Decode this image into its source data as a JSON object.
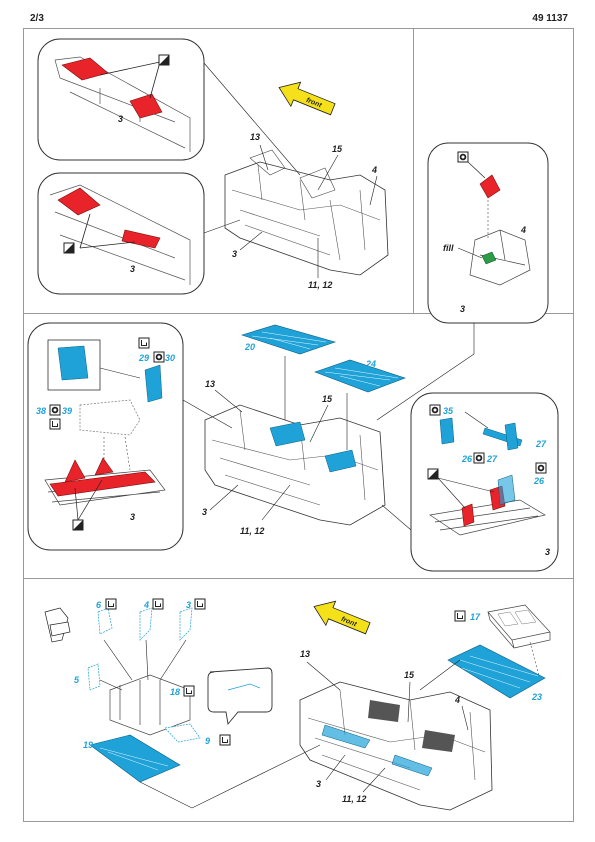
{
  "header": {
    "page_number": "2/3",
    "product_code": "49 1137"
  },
  "colors": {
    "pe_part": "#1fa2d8",
    "remove": "#e8232a",
    "arrow": "#f5e11a",
    "paint_green": "#2e9b4a"
  },
  "icons": {
    "bend": "bend-icon",
    "paint": "paint-icon",
    "remove": "remove-icon",
    "fill": "fill-icon"
  },
  "section1": {
    "detail_a": {
      "label": "3"
    },
    "detail_b": {
      "label": "3"
    },
    "main": {
      "labels": [
        "13",
        "15",
        "4",
        "3",
        "11, 12"
      ],
      "arrow": "front"
    },
    "right": {
      "labels": [
        "4",
        "fill",
        "3"
      ]
    }
  },
  "section2": {
    "main": {
      "labels": [
        "13",
        "15",
        "3",
        "11, 12"
      ],
      "parts": [
        "20",
        "24"
      ]
    },
    "left": {
      "parts": [
        "29",
        "30",
        "38",
        "39"
      ],
      "labels": [
        "3"
      ]
    },
    "right": {
      "parts": [
        "35",
        "26",
        "27",
        "27",
        "26"
      ],
      "labels": [
        "3"
      ]
    }
  },
  "section3": {
    "left": {
      "parts": [
        "6",
        "4",
        "3",
        "5",
        "18",
        "19",
        "9"
      ]
    },
    "main": {
      "labels": [
        "13",
        "15",
        "4",
        "3",
        "11, 12"
      ],
      "arrow": "front"
    },
    "right": {
      "parts": [
        "17",
        "23"
      ]
    }
  }
}
